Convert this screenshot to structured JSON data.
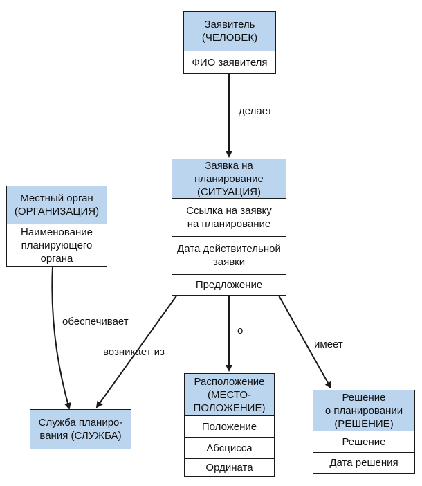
{
  "entities": {
    "applicant": {
      "title_line1": "Заявитель",
      "title_line2": "(ЧЕЛОВЕК)",
      "attrs": [
        "ФИО заявителя"
      ]
    },
    "application": {
      "title_line1": "Заявка на",
      "title_line2": "планирование",
      "title_line3": "(СИТУАЦИЯ)",
      "attrs": [
        [
          "Ссылка на заявку",
          "на планирование"
        ],
        [
          "Дата действительной",
          "заявки"
        ],
        [
          "Предложение"
        ]
      ]
    },
    "local_authority": {
      "title_line1": "Местный орган",
      "title_line2": "(ОРГАНИЗАЦИЯ)",
      "attrs": [
        [
          "Наименование",
          "планирующего",
          "органа"
        ]
      ]
    },
    "planning_service": {
      "title_line1": "Служба планиро-",
      "title_line2": "вания (СЛУЖБА)"
    },
    "location": {
      "title_line1": "Расположение",
      "title_line2": "(МЕСТО-",
      "title_line3": "ПОЛОЖЕНИЕ)",
      "attrs": [
        "Положение",
        "Абсцисса",
        "Ордината"
      ]
    },
    "decision": {
      "title_line1": "Решение",
      "title_line2": "о планировании",
      "title_line3": "(РЕШЕНИЕ)",
      "attrs": [
        "Решение",
        "Дата решения"
      ]
    }
  },
  "relationships": {
    "makes": "делает",
    "provides": "обеспечивает",
    "arises_from": "возникает из",
    "about": "о",
    "has": "имеет"
  },
  "colors": {
    "header_fill": "#bcd5ee",
    "border": "#1a1a1a"
  }
}
